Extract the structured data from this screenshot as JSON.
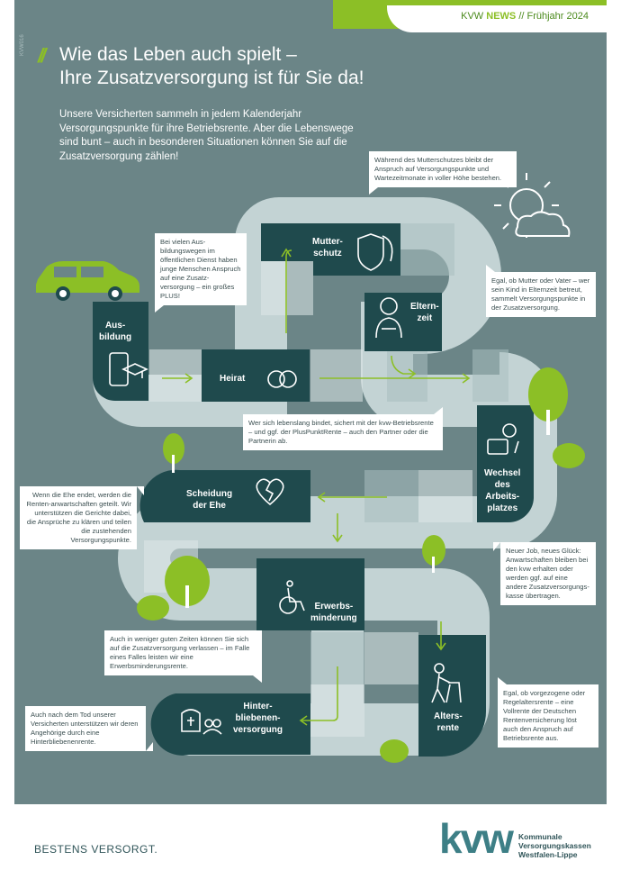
{
  "header": {
    "brand": "KVW",
    "news": "NEWS",
    "separator": "//",
    "issue": "Frühjahr 2024"
  },
  "side_code": "KVW016",
  "title": {
    "mark": "//",
    "line1": "Wie das Leben auch spielt –",
    "line2": "Ihre Zusatzversorgung ist für Sie da!"
  },
  "intro": "Unsere Versicherten sammeln in jedem Kalenderjahr Versorgungspunkte für ihre Betriebsrente. Aber die Lebenswege sind bunt – auch in besonderen Situationen können Sie auf die Zusatzversorgung zählen!",
  "stations": {
    "ausbildung": "Aus-\nbildung",
    "heirat": "Heirat",
    "mutterschutz": "Mutter-\nschutz",
    "elternzeit": "Eltern-\nzeit",
    "wechsel": "Wechsel\ndes\nArbeits-\nplatzes",
    "scheidung": "Scheidung\nder Ehe",
    "erwerbsminderung": "Erwerbs-\nminderung",
    "altersrente": "Alters-\nrente",
    "hinterbliebenen": "Hinter-\nbliebenen-\nversorgung"
  },
  "callouts": {
    "mutterschutz": "Während des Mutterschutzes bleibt der Anspruch auf Versorgungspunkte und Wartezeitmonate in voller Höhe bestehen.",
    "ausbildung": "Bei vielen Aus-bildungswegen im öffentlichen Dienst haben junge Menschen Anspruch auf eine Zusatz-versorgung – ein großes PLUS!",
    "elternzeit": "Egal, ob Mutter oder Vater – wer sein Kind in Elternzeit betreut, sammelt Versorgungspunkte in der Zusatzversorgung.",
    "heirat": "Wer sich lebenslang bindet, sichert mit der kvw-Betriebsrente – und ggf. der PlusPunktRente – auch den Partner oder die Partnerin ab.",
    "scheidung": "Wenn die Ehe endet, werden die Renten-anwartschaften geteilt. Wir unterstützen die Gerichte dabei, die Ansprüche zu klären und teilen die zustehenden Versorgungspunkte.",
    "wechsel": "Neuer Job, neues Glück: Anwartschaften bleiben bei den kvw erhalten oder werden ggf. auf eine andere Zusatzversorgungs-kasse übertragen.",
    "erwerbsminderung": "Auch in weniger guten Zeiten können Sie sich auf die Zusatzversorgung verlassen – im Falle eines Falles leisten wir eine Erwerbsminderungsrente.",
    "altersrente": "Egal, ob vorgezogene oder Regelaltersrente – eine Vollrente der Deutschen Rentenversicherung löst auch den Anspruch auf Betriebsrente aus.",
    "hinterbliebenen": "Auch nach dem Tod unserer Versicherten unterstützen wir deren Angehörige durch eine Hinterbliebenenrente."
  },
  "footer": {
    "tagline": "BESTENS VERSORGT.",
    "logo": "kvw",
    "org_line1": "Kommunale",
    "org_line2": "Versorgungskassen",
    "org_line3": "Westfalen-Lippe"
  },
  "colors": {
    "background": "#6b8587",
    "accent_green": "#8cbf26",
    "road_dark": "#1f4a4d",
    "road_light": "#c3d3d4",
    "road_mid": "#a9bfc0"
  },
  "icons": [
    "car-icon",
    "mortarboard-phone-icon",
    "rings-icon",
    "pregnancy-shield-icon",
    "parent-baby-icon",
    "sun-cloud-icon",
    "briefcase-person-icon",
    "broken-heart-icon",
    "wheelchair-icon",
    "walker-person-icon",
    "grave-people-icon",
    "tree-icon",
    "bush-icon"
  ]
}
